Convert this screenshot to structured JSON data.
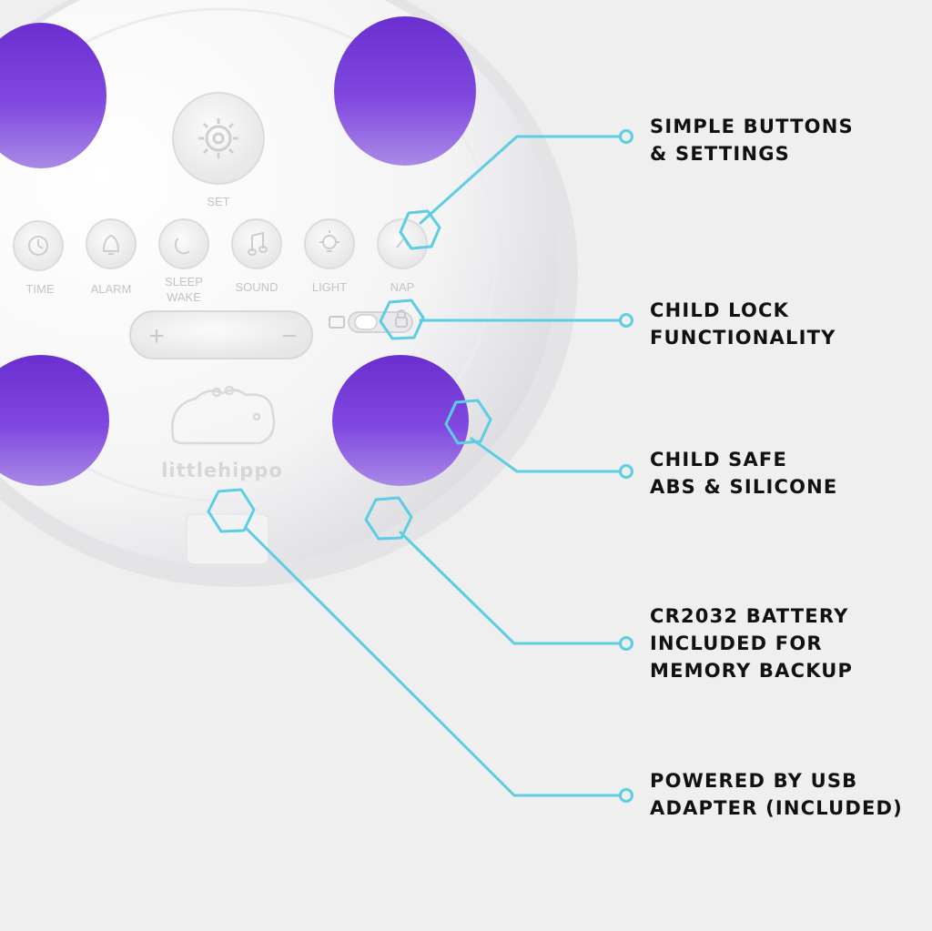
{
  "device": {
    "brand": "littlehippo",
    "set_label": "SET",
    "buttons": [
      {
        "icon": "clock-icon",
        "label_lines": [
          "TIME"
        ]
      },
      {
        "icon": "bell-icon",
        "label_lines": [
          "ALARM"
        ]
      },
      {
        "icon": "sun-moon-icon",
        "label_lines": [
          "SLEEP",
          "WAKE"
        ]
      },
      {
        "icon": "music-note-icon",
        "label_lines": [
          "SOUND"
        ]
      },
      {
        "icon": "light-bulb-icon",
        "label_lines": [
          "LIGHT"
        ]
      },
      {
        "icon": "nap-icon",
        "label_lines": [
          "NAP"
        ]
      }
    ],
    "volume": {
      "plus": "+",
      "minus": "−"
    }
  },
  "callouts": [
    {
      "id": "buttons",
      "lines": [
        "SIMPLE BUTTONS",
        "& SETTINGS"
      ]
    },
    {
      "id": "lock",
      "lines": [
        "CHILD LOCK",
        "FUNCTIONALITY"
      ]
    },
    {
      "id": "material",
      "lines": [
        "CHILD SAFE",
        "ABS & SILICONE"
      ]
    },
    {
      "id": "battery",
      "lines": [
        "CR2032 BATTERY",
        "INCLUDED FOR",
        "MEMORY BACKUP"
      ]
    },
    {
      "id": "usb",
      "lines": [
        "POWERED BY USB",
        "ADAPTER (INCLUDED)"
      ]
    }
  ],
  "colors": {
    "background": "#efefef",
    "accent_line": "#5ccde3",
    "pad_purple": "#7a3fd6",
    "device_white": "#f7f7f7"
  }
}
